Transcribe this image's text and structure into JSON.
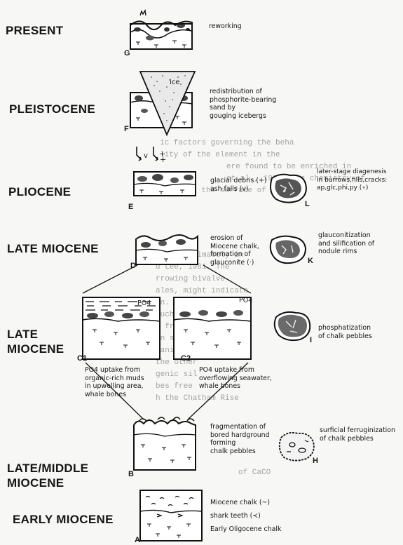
{
  "periods": {
    "present": "PRESENT",
    "pleistocene": "PLEISTOCENE",
    "pliocene": "PLIOCENE",
    "late_miocene_1": [
      "LATE MIOCENE"
    ],
    "late_miocene_2": [
      "LATE",
      "MIOCENE"
    ],
    "late_middle_miocene": [
      "LATE/MIDDLE",
      "MIOCENE"
    ],
    "early_miocene": "EARLY MIOCENE"
  },
  "stages": {
    "G": {
      "letter": "G",
      "note": [
        "reworking"
      ]
    },
    "F": {
      "letter": "F",
      "ice_label": "ice",
      "note": [
        "redistribution of",
        "phosphorite-bearing",
        "sand by",
        "gouging icebergs"
      ]
    },
    "E": {
      "letter": "E",
      "arrows": [
        "v",
        "+",
        "+"
      ],
      "note": [
        "glacial debris (+)",
        "ash falls (v)"
      ]
    },
    "D": {
      "letter": "D",
      "note": [
        "erosion of",
        "Miocene chalk,",
        "formation of",
        "glauconite (·)"
      ]
    },
    "C1": {
      "letter": "C1",
      "po4": "PO4",
      "note": [
        "PO4 uptake from",
        "organic-rich muds",
        "in upwelling area,",
        "whale bones"
      ]
    },
    "C2": {
      "letter": "C2",
      "po4": "PO4",
      "note": [
        "PO4 uptake from",
        "overflowing seawater,",
        "whale bones"
      ]
    },
    "B": {
      "letter": "B",
      "note": [
        "fragmentation of",
        "bored hardground",
        "forming",
        "chalk pebbles"
      ]
    },
    "A": {
      "letter": "A",
      "note": [
        "Miocene chalk (~)",
        "shark teeth (≺)",
        "Early Oligocene chalk"
      ]
    }
  },
  "pebbles": {
    "L": {
      "letter": "L",
      "note": [
        "later-stage diagenesis",
        "in burrows,fills,cracks:",
        "ap,glc,phi,py (∘)"
      ]
    },
    "K": {
      "letter": "K",
      "note": [
        "glauconitization",
        "and silification of",
        "nodule rims"
      ]
    },
    "I": {
      "letter": "I",
      "note": [
        "phosphatization",
        "of chalk pebbles"
      ]
    },
    "H": {
      "letter": "H",
      "note": [
        "surficial ferruginization",
        "of chalk pebbles"
      ]
    }
  },
  "background_text": [
    "ic factors governing the beha",
    "lity of the element in the",
    "ere found to be enriched in",
    "et al., 1980; the chemistry of",
    "ition on the surface of",
    "gy is ultimately in",
    "d Lee, 1981. The",
    "rrowing bivalve",
    "ales, might indicate",
    "on. Also",
    "much higher",
    "e from",
    "an surface",
    "ganic-rich",
    "the other",
    "genic sil",
    "bes free",
    "h the Chatham Rise",
    "of CaCO"
  ]
}
